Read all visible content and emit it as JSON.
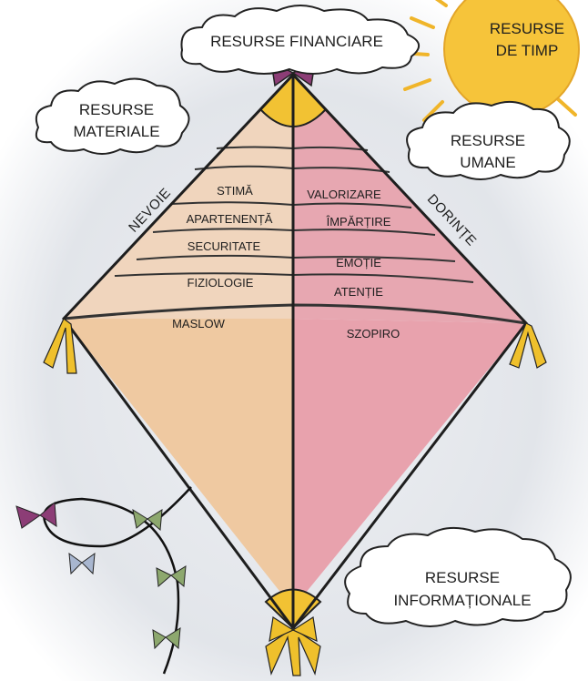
{
  "clouds": {
    "financial": "RESURSE FINANCIARE",
    "time_line1": "RESURSE",
    "time_line2": "DE TIMP",
    "material_line1": "RESURSE",
    "material_line2": "MATERIALE",
    "human_line1": "RESURSE",
    "human_line2": "UMANE",
    "info_line1": "RESURSE",
    "info_line2": "INFORMAȚIONALE"
  },
  "kite": {
    "left_side_label": "NEVOIE",
    "right_side_label": "DORINȚE",
    "needs": [
      "STIMĂ",
      "APARTENENȚĂ",
      "SECURITATE",
      "FIZIOLOGIE"
    ],
    "wants": [
      "VALORIZARE",
      "ÎMPĂRȚIRE",
      "EMOȚIE",
      "ATENȚIE"
    ],
    "left_author": "MASLOW",
    "right_author": "SZOPIRO"
  },
  "colors": {
    "left_panel": "#f1cda6",
    "right_panel": "#e9a3ad",
    "sun": "#f6c43a",
    "bow_purple": "#8c3d76",
    "bow_green": "#8da86e",
    "tassel": "#efc02c",
    "sky": "#dfe3ea"
  }
}
